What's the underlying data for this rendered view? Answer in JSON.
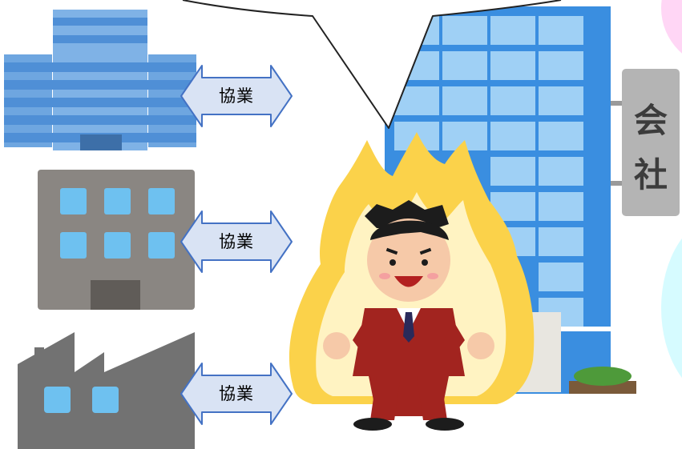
{
  "arrows": [
    {
      "label": "協業"
    },
    {
      "label": "協業"
    },
    {
      "label": "協業"
    }
  ],
  "sign": {
    "chars": [
      "会",
      "社"
    ]
  },
  "icons": {
    "office_building": "office-building-icon",
    "small_building": "small-building-icon",
    "factory": "factory-icon",
    "headquarters": "company-headquarters-icon",
    "businessman": "fired-up-businessman-illustration",
    "speech_bubble": "speech-bubble"
  },
  "colors": {
    "arrow_fill": "#d9e3f4",
    "arrow_stroke": "#4472c4",
    "office_blue": "#6ea6e0",
    "tower_blue": "#3a8ee0",
    "flame": "#fbd24a",
    "suit": "#a2241f",
    "accent_pink": "#ffd6f5",
    "accent_cyan": "#d6fbff"
  }
}
